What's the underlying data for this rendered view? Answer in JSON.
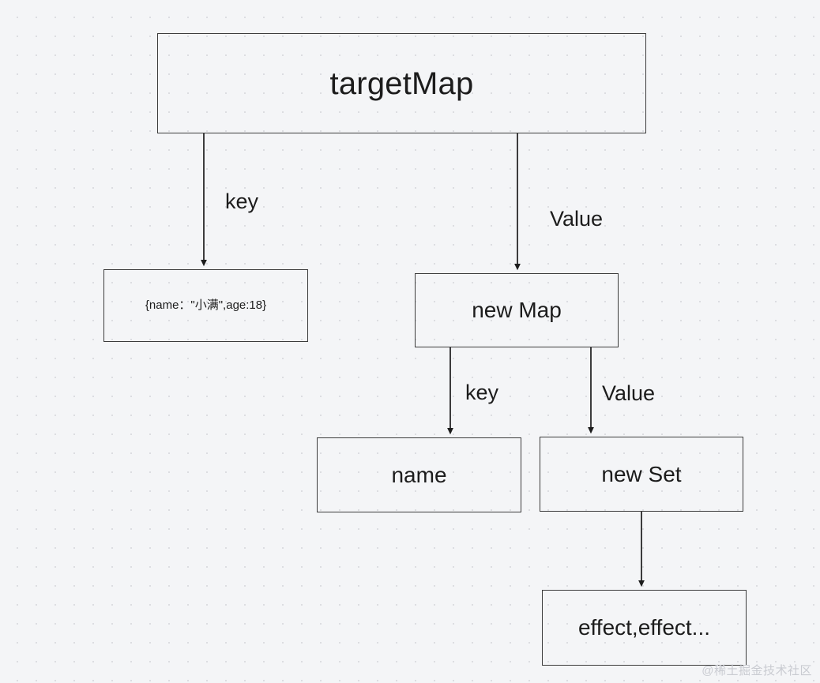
{
  "canvas": {
    "background_color": "#f4f5f7",
    "grid_dot_color": "#dcdde1",
    "stroke_color": "#3c3c3c",
    "text_color": "#1c1c1c"
  },
  "nodes": {
    "target_map": "targetMap",
    "object": "{name：\"小满\",age:18}",
    "new_map": "new Map",
    "name": "name",
    "new_set": "new Set",
    "effect": "effect,effect..."
  },
  "edges": [
    {
      "id": "targetmap-to-object",
      "label": "key",
      "from": "targetMap",
      "to": "{name：\"小满\",age:18}"
    },
    {
      "id": "targetmap-to-newmap",
      "label": "Value",
      "from": "targetMap",
      "to": "new Map"
    },
    {
      "id": "newmap-to-name",
      "label": "key",
      "from": "new Map",
      "to": "name"
    },
    {
      "id": "newmap-to-newset",
      "label": "Value",
      "from": "new Map",
      "to": "new Set"
    },
    {
      "id": "newset-to-effect",
      "label": "",
      "from": "new Set",
      "to": "effect,effect..."
    }
  ],
  "edge_labels": {
    "key_top": "key",
    "value_top": "Value",
    "key_mid": "key",
    "value_mid": "Value"
  },
  "watermark": "@稀土掘金技术社区"
}
